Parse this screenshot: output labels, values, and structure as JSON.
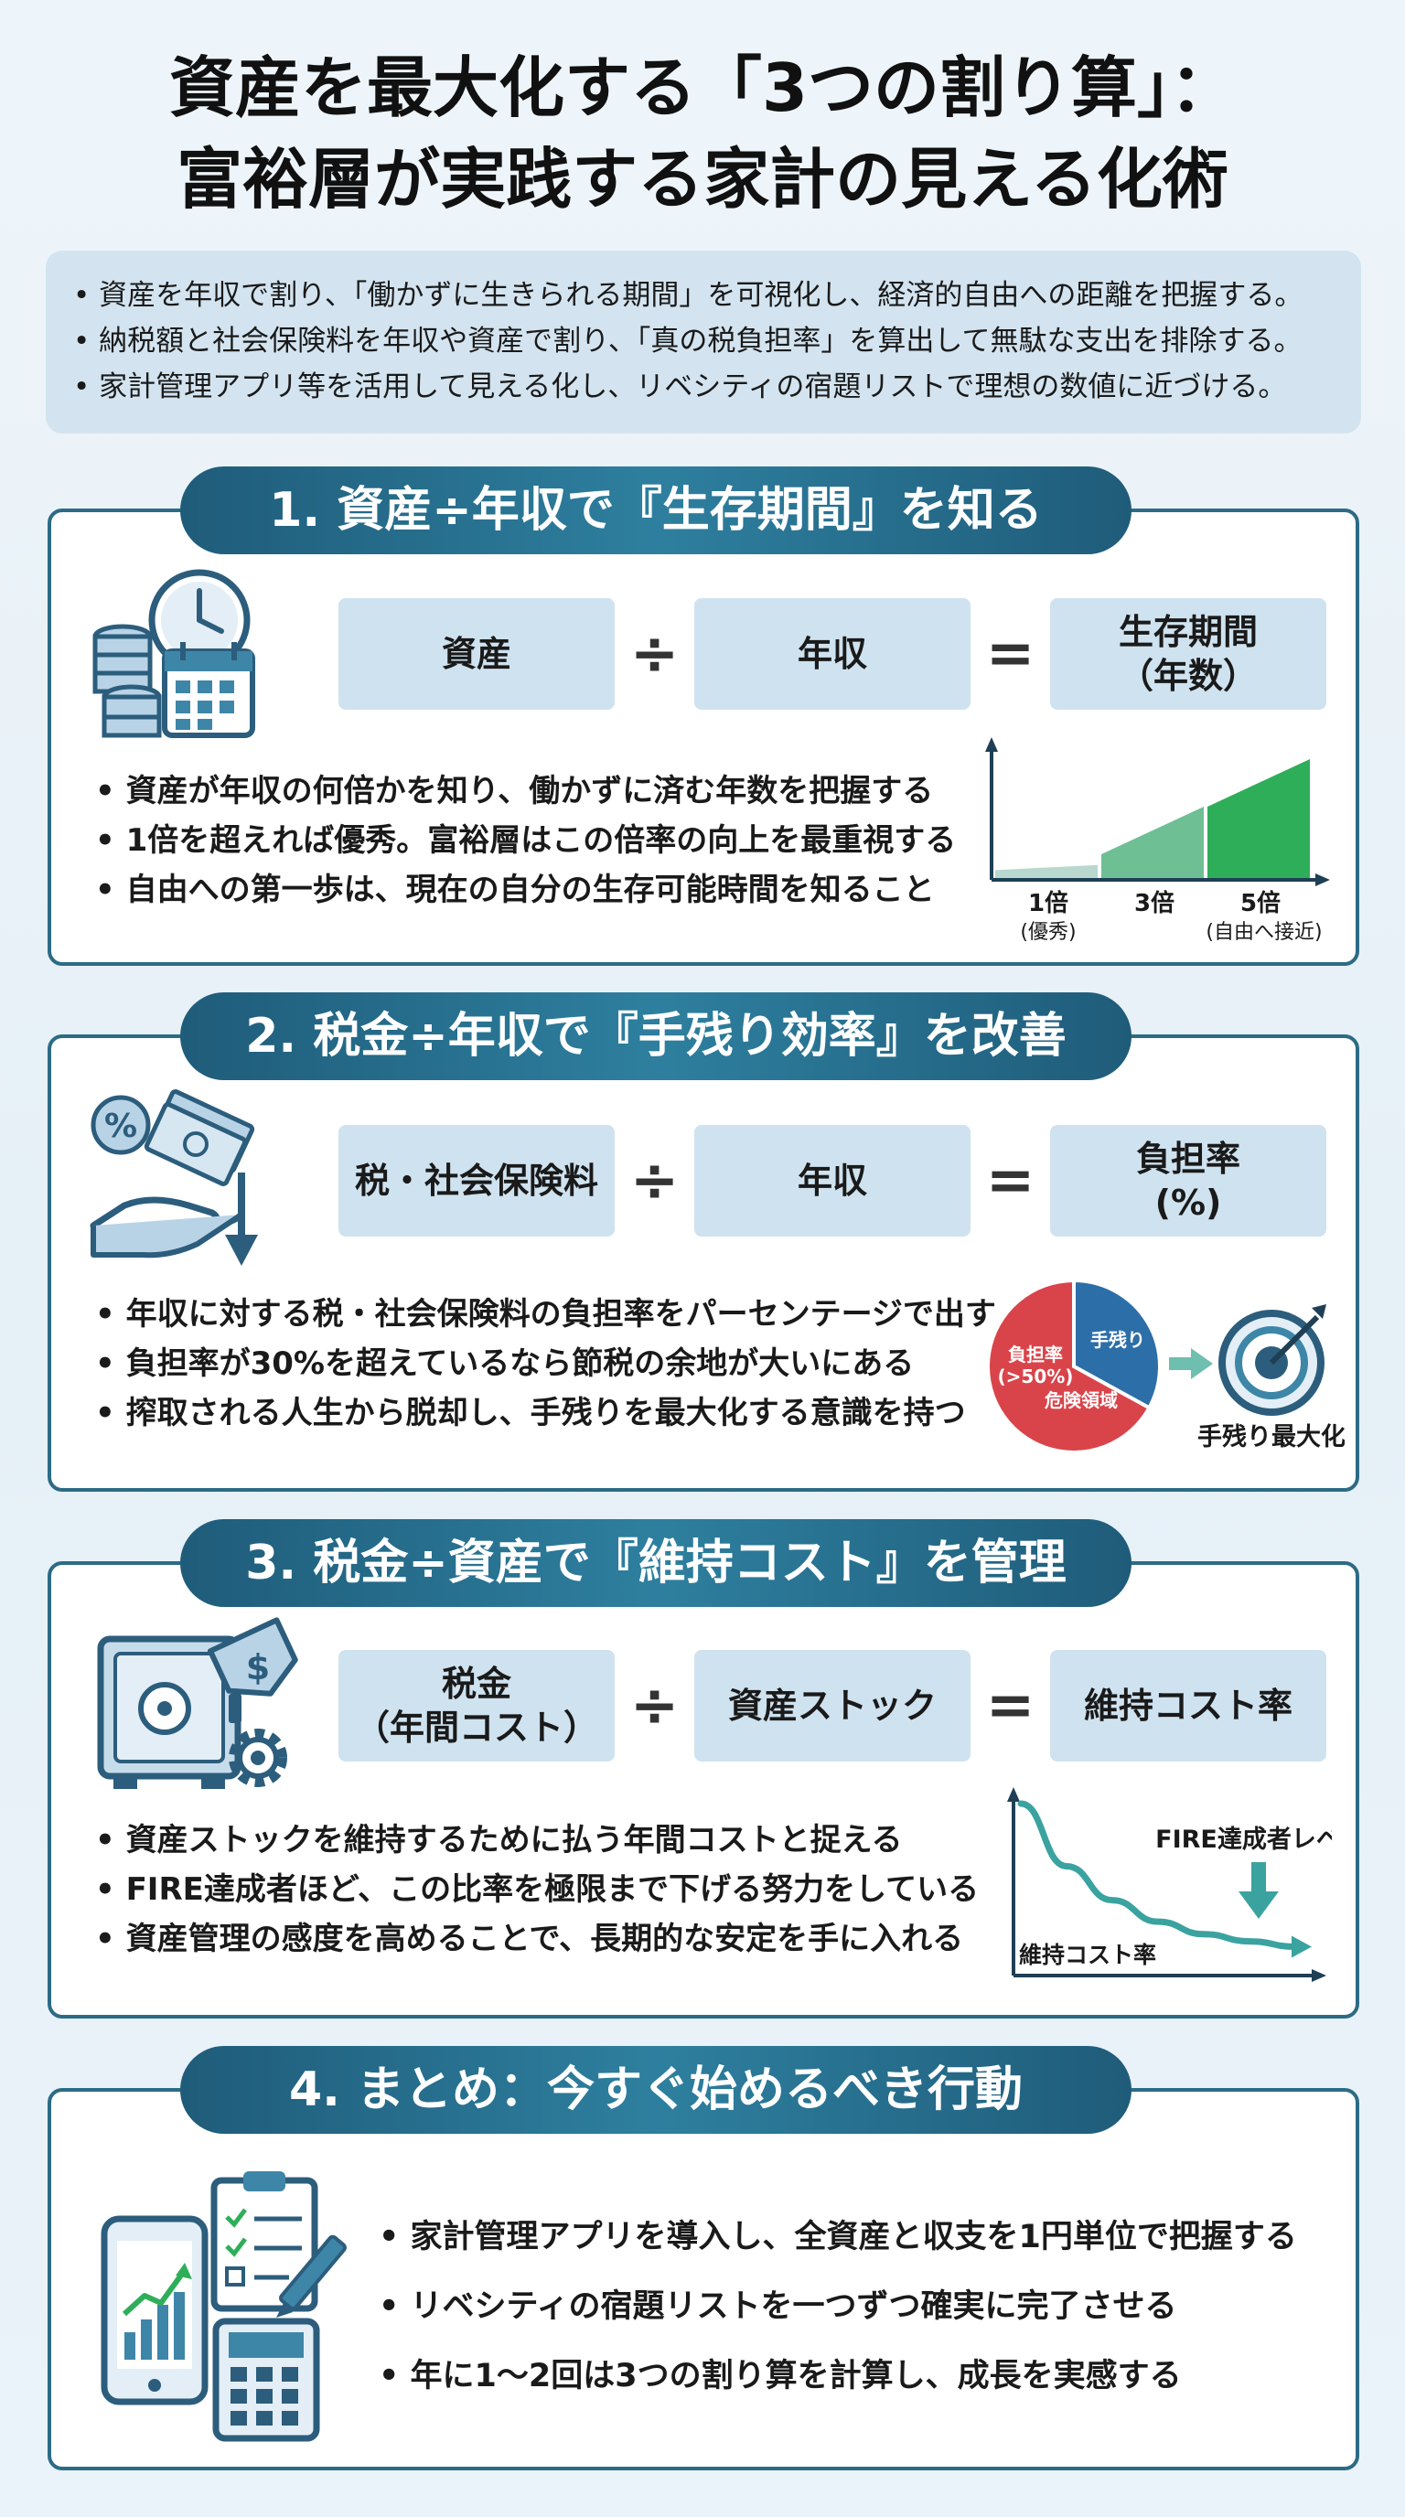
{
  "title": {
    "line1": "資産を最大化する「3つの割り算」：",
    "line2": "富裕層が実践する家計の見える化術"
  },
  "summary": [
    "• 資産を年収で割り、「働かずに生きられる期間」を可視化し、経済的自由への距離を把握する。",
    "• 納税額と社会保険料を年収や資産で割り、「真の税負担率」を算出して無駄な支出を排除する。",
    "• 家計管理アプリ等を活用して見える化し、リベシティの宿題リストで理想の数値に近づける。"
  ],
  "sections": [
    {
      "heading": "1. 資産÷年収で『生存期間』を知る",
      "formula": {
        "a": "資産",
        "op1": "÷",
        "b": "年収",
        "op2": "=",
        "c1": "生存期間",
        "c2": "（年数）"
      },
      "bullets": [
        "• 資産が年収の何倍かを知り、働かずに済む年数を把握する",
        "• 1倍を超えれば優秀。富裕層はこの倍率の向上を最重視する",
        "• 自由への第一歩は、現在の自分の生存可能時間を知ること"
      ],
      "icons": [
        "coins-stack-icon",
        "clock-icon",
        "calendar-icon"
      ]
    },
    {
      "heading": "2. 税金÷年収で『手残り効率』を改善",
      "formula": {
        "a": "税・社会保険料",
        "op1": "÷",
        "b": "年収",
        "op2": "=",
        "c1": "負担率",
        "c2": "(%)"
      },
      "bullets": [
        "• 年収に対する税・社会保険料の負担率をパーセンテージで出す",
        "• 負担率が30%を超えているなら節税の余地が大いにある",
        "• 搾取される人生から脱却し、手残りを最大化する意識を持つ"
      ],
      "icons": [
        "percent-icon",
        "banknotes-icon",
        "hand-icon",
        "down-arrow-icon"
      ]
    },
    {
      "heading": "3. 税金÷資産で『維持コスト』を管理",
      "formula": {
        "a1": "税金",
        "a2": "（年間コスト）",
        "op1": "÷",
        "b": "資産ストック",
        "op2": "=",
        "c": "維持コスト率"
      },
      "bullets": [
        "• 資産ストックを維持するために払う年間コストと捉える",
        "• FIRE達成者ほど、この比率を極限まで下げる努力をしている",
        "• 資産管理の感度を高めることで、長期的な安定を手に入れる"
      ],
      "icons": [
        "safe-icon",
        "dollar-tag-icon",
        "gear-icon"
      ]
    },
    {
      "heading": "4. まとめ：今すぐ始めるべき行動",
      "bullets": [
        "• 家計管理アプリを導入し、全資産と収支を1円単位で把握する",
        "• リベシティの宿題リストを一つずつ確実に完了させる",
        "• 年に1～2回は3つの割り算を計算し、成長を実感する"
      ],
      "icons": [
        "smartphone-chart-icon",
        "checklist-clipboard-icon",
        "pen-icon",
        "calculator-icon"
      ]
    }
  ],
  "chart_data": [
    {
      "type": "area",
      "categories": [
        "1倍",
        "3倍",
        "5倍"
      ],
      "category_sublabels": [
        "(優秀)",
        "",
        "(自由へ接近)"
      ],
      "values": [
        1,
        3,
        5
      ],
      "colors": [
        "#b8d8d0",
        "#6fbf94",
        "#2fae5a"
      ]
    },
    {
      "type": "pie",
      "labels": [
        "負担率",
        "(>50%)",
        "危険領域",
        "手残り"
      ],
      "slices": [
        {
          "name": "手残り",
          "value": 33,
          "color": "#2c6ea8"
        },
        {
          "name": "負担率 (>50%) 危険領域",
          "value": 67,
          "color": "#d9444a"
        }
      ],
      "target_label": "手残り最大化"
    },
    {
      "type": "line",
      "ylabel": "維持コスト率",
      "annotation": "FIRE達成者レベル",
      "series": [
        {
          "values": [
            9,
            5.5,
            3.6,
            2.4,
            1.7,
            1.3,
            1.0
          ]
        }
      ],
      "color": "#3aa3a0"
    }
  ]
}
